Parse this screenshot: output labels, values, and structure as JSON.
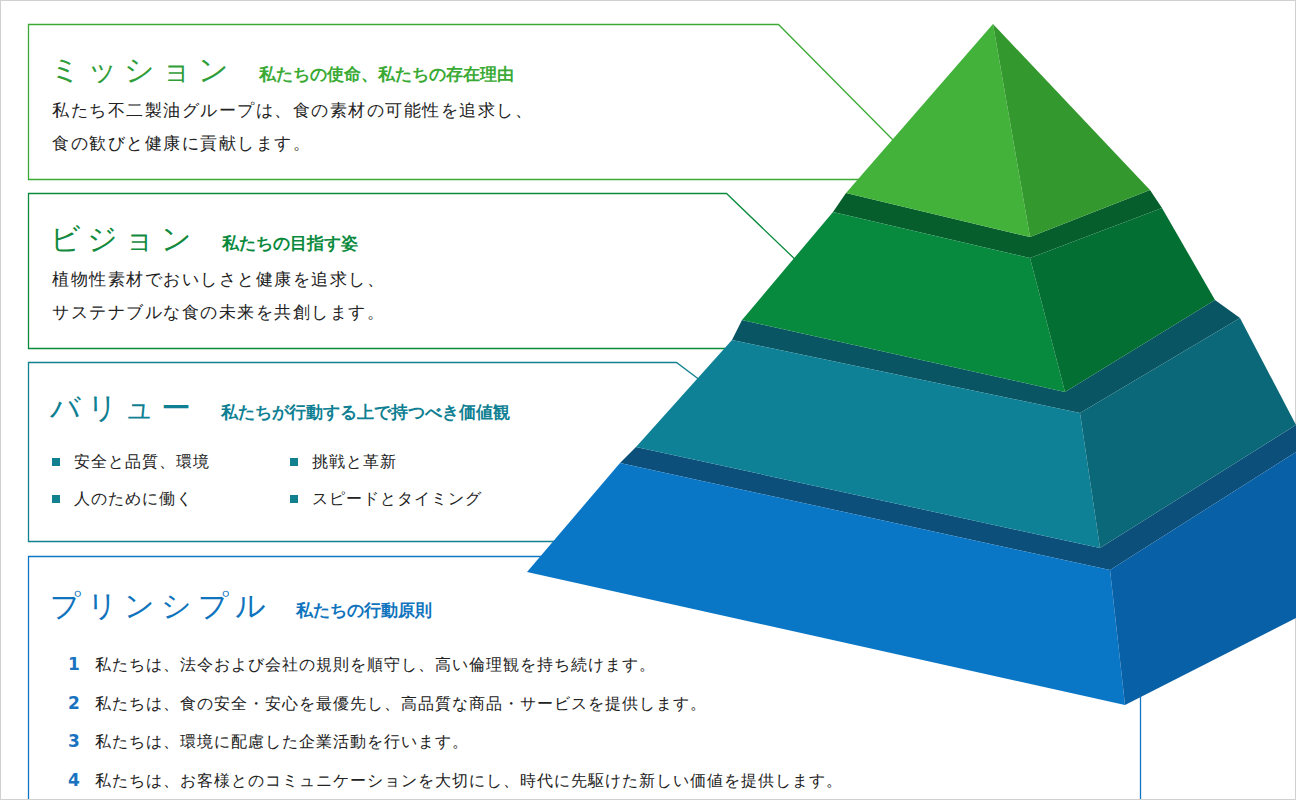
{
  "diagram": {
    "nodes": [
      {
        "text": [
          "ミッション",
          "私たちの使命、私たちの存在理由",
          "私たち不二製油グループは、食の素材の可能性を追求し、 食の歓びと健康に貢献します。"
        ]
      },
      {
        "text": [
          "ビジョン",
          "私たちの目指す姿",
          "植物性素材でおいしさと健康を追求し、 サステナブルな食の未来を共創します。"
        ]
      },
      {
        "text": [
          "バリュー",
          "私たちが行動する上で持つべき価値観",
          "安全と品質、環境",
          "挑戦と革新",
          "人のために働く",
          "スピードとタイミング"
        ]
      },
      {
        "text": [
          "プリンシプル",
          "私たちの行動原則",
          "1",
          "私たちは、法令および会社の規則を順守し、高い倫理観を持ち続けます。",
          "2",
          "私たちは、食の安全・安心を最優先し、高品質な商品・サービスを提供します。",
          "3",
          "私たちは、環境に配慮した企業活動を行います。",
          "4",
          "私たちは、お客様とのコミュニケーションを大切にし、時代に先駆けた新しい価値を提供します。"
        ]
      }
    ]
  }
}
